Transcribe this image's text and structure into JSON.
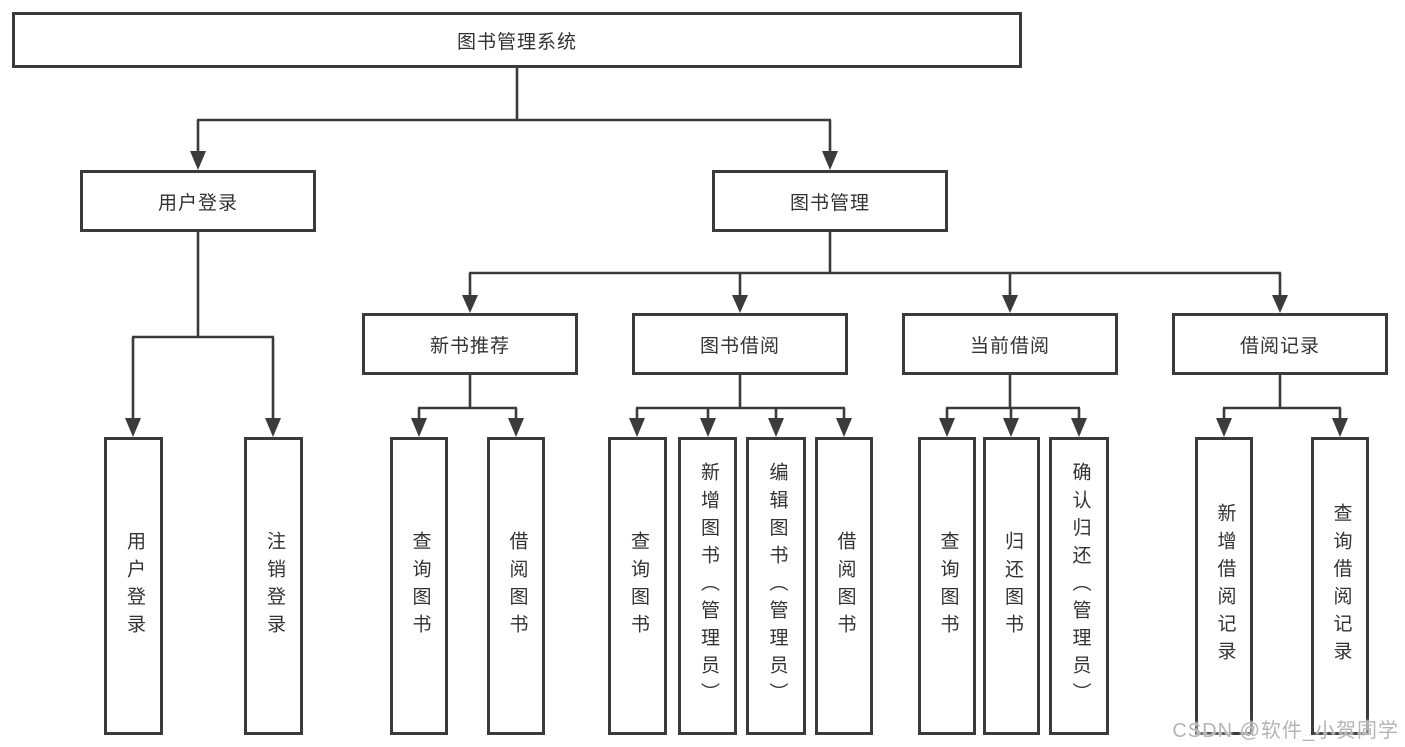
{
  "tree": {
    "root": {
      "label": "图书管理系统"
    },
    "branches": [
      {
        "label": "用户登录",
        "children": [
          {
            "label": "用户登录"
          },
          {
            "label": "注销登录"
          }
        ]
      },
      {
        "label": "图书管理",
        "groups": [
          {
            "label": "新书推荐",
            "children": [
              {
                "label": "查询图书"
              },
              {
                "label": "借阅图书"
              }
            ]
          },
          {
            "label": "图书借阅",
            "children": [
              {
                "label": "查询图书"
              },
              {
                "label": "新增图书（管理员）"
              },
              {
                "label": "编辑图书（管理员）"
              },
              {
                "label": "借阅图书"
              }
            ]
          },
          {
            "label": "当前借阅",
            "children": [
              {
                "label": "查询图书"
              },
              {
                "label": "归还图书"
              },
              {
                "label": "确认归还（管理员）"
              }
            ]
          },
          {
            "label": "借阅记录",
            "children": [
              {
                "label": "新增借阅记录"
              },
              {
                "label": "查询借阅记录"
              }
            ]
          }
        ]
      }
    ]
  },
  "watermark": "CSDN @软件_小贺同学",
  "colors": {
    "line": "#3b3b3b",
    "text": "#333333",
    "box_bg": "#ffffff",
    "watermark": "#b5b5b5"
  }
}
